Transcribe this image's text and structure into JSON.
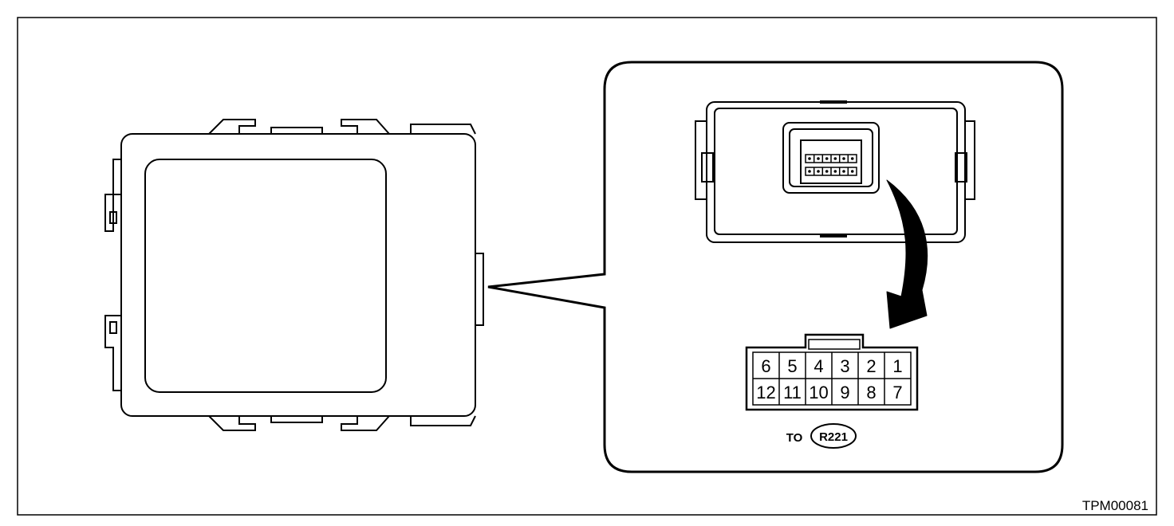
{
  "connector": {
    "top_row": [
      "6",
      "5",
      "4",
      "3",
      "2",
      "1"
    ],
    "bottom_row": [
      "12",
      "11",
      "10",
      "9",
      "8",
      "7"
    ]
  },
  "destination": {
    "prefix": "TO",
    "code": "R221"
  },
  "figure_id": "TPM00081"
}
